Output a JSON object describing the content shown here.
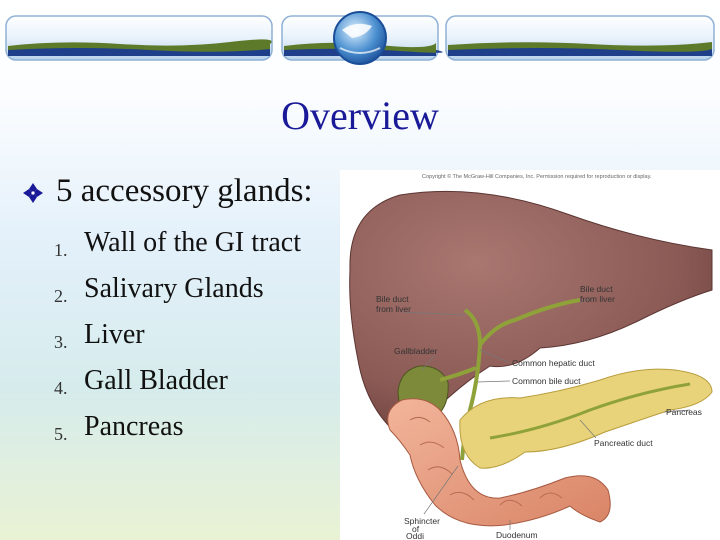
{
  "slide": {
    "title": "Overview",
    "bullet": "5 accessory glands:",
    "items": [
      {
        "num": "1.",
        "text": "Wall of the GI tract"
      },
      {
        "num": "2.",
        "text": "Salivary Glands"
      },
      {
        "num": "3.",
        "text": "Liver"
      },
      {
        "num": "4.",
        "text": "Gall Bladder"
      },
      {
        "num": "5.",
        "text": "Pancreas"
      }
    ]
  },
  "figure": {
    "copyright": "Copyright © The McGraw-Hill Companies, Inc. Permission required for reproduction or display.",
    "labels": {
      "bile_duct_left_1": "Bile duct",
      "bile_duct_left_2": "from liver",
      "bile_duct_right_1": "Bile duct",
      "bile_duct_right_2": "from liver",
      "gallbladder": "Gallbladder",
      "common_hepatic": "Common hepatic duct",
      "common_bile": "Common bile duct",
      "pancreas": "Pancreas",
      "pancreatic_duct": "Pancreatic duct",
      "sphincter_1": "Sphincter",
      "sphincter_2": "of",
      "sphincter_3": "Oddi",
      "duodenum": "Duodenum"
    }
  },
  "colors": {
    "title": "#1a1a99",
    "liver": "#8b5a55",
    "pancreas": "#e8d27a",
    "duodenum": "#e39a7f",
    "gallbladder": "#7d8a3a"
  }
}
